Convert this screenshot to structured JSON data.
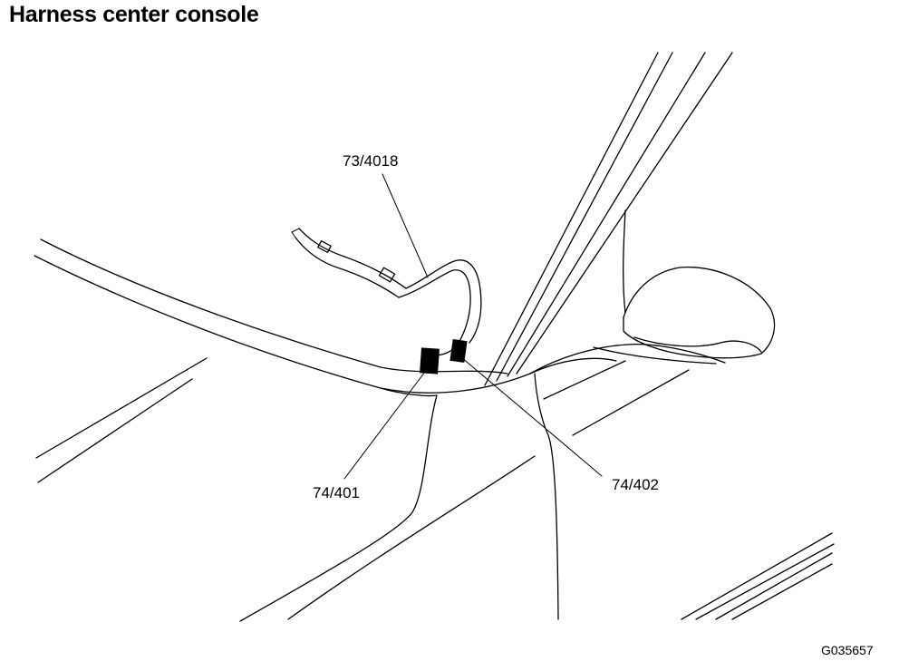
{
  "title": "Harness center console",
  "labels": {
    "harness": "73/4018",
    "connector_left": "74/401",
    "connector_right": "74/402"
  },
  "figure_code": "G035657"
}
